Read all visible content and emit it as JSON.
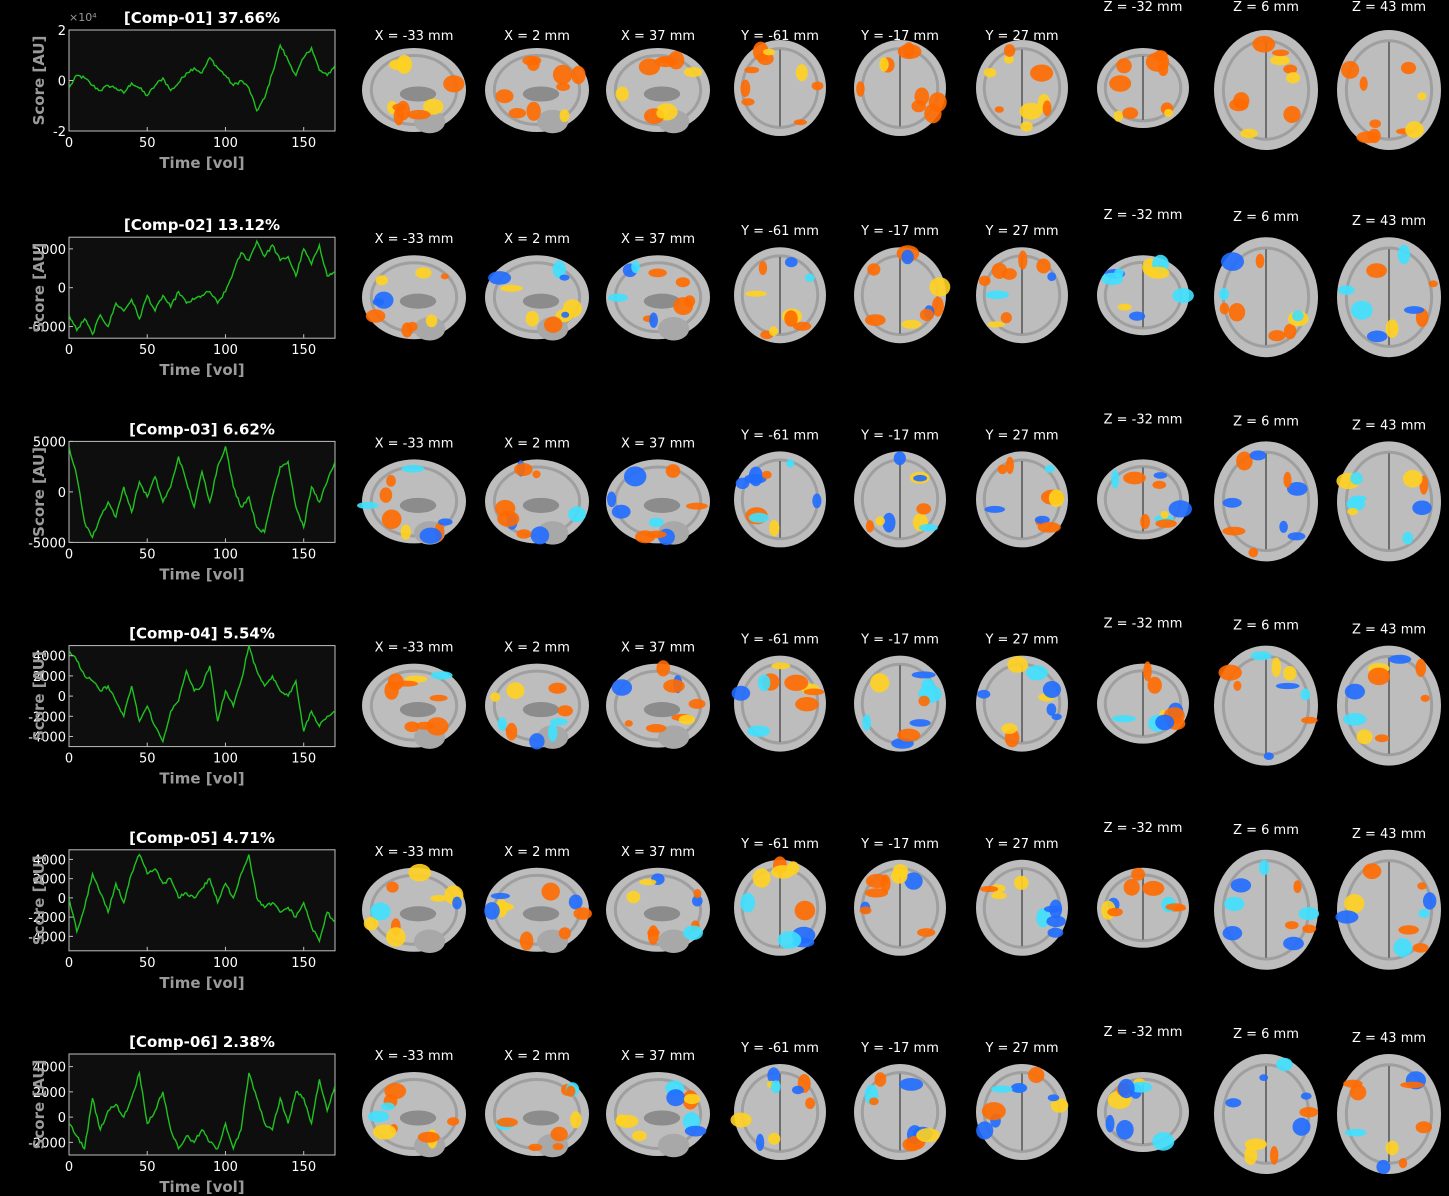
{
  "chart_data": [
    {
      "type": "line",
      "title": "[Comp-01] 37.66%",
      "xlabel": "Time [vol]",
      "ylabel": "Score [AU]",
      "xlim": [
        0,
        170
      ],
      "ylim": [
        -2,
        2
      ],
      "xticks": [
        "0",
        "50",
        "100",
        "150"
      ],
      "yticks": [
        "2",
        "0",
        "-2"
      ],
      "exponent": "×10⁴",
      "series": [
        {
          "color": "#1fc21f",
          "x": [
            0,
            5,
            10,
            15,
            20,
            25,
            30,
            35,
            40,
            45,
            50,
            55,
            60,
            65,
            70,
            75,
            80,
            85,
            90,
            95,
            100,
            105,
            110,
            115,
            120,
            125,
            130,
            135,
            140,
            145,
            150,
            155,
            160,
            165,
            170
          ],
          "y": [
            -0.3,
            0.2,
            0.1,
            -0.2,
            -0.4,
            -0.2,
            -0.3,
            -0.5,
            -0.1,
            -0.3,
            -0.6,
            -0.2,
            0.1,
            -0.4,
            -0.1,
            0.3,
            0.5,
            0.3,
            0.9,
            0.5,
            0.2,
            -0.2,
            0.0,
            -0.3,
            -1.2,
            -0.7,
            0.3,
            1.4,
            0.8,
            0.2,
            0.9,
            1.3,
            0.4,
            0.2,
            0.6
          ]
        }
      ],
      "slices": [
        {
          "label": "X = -33 mm",
          "view": "sagittal"
        },
        {
          "label": "X = 2 mm",
          "view": "sagittal"
        },
        {
          "label": "X = 37 mm",
          "view": "sagittal"
        },
        {
          "label": "Y = -61 mm",
          "view": "coronal"
        },
        {
          "label": "Y = -17 mm",
          "view": "coronal"
        },
        {
          "label": "Y = 27 mm",
          "view": "coronal"
        },
        {
          "label": "Z = -32 mm",
          "view": "axial"
        },
        {
          "label": "Z = 6 mm",
          "view": "axial"
        },
        {
          "label": "Z = 43 mm",
          "view": "axial"
        }
      ],
      "map_sign": "positive"
    },
    {
      "type": "line",
      "title": "[Comp-02] 13.12%",
      "xlabel": "Time [vol]",
      "ylabel": "Score [AU]",
      "xlim": [
        0,
        170
      ],
      "ylim": [
        -6500,
        6500
      ],
      "xticks": [
        "0",
        "50",
        "100",
        "150"
      ],
      "yticks": [
        "5000",
        "0",
        "-5000"
      ],
      "series": [
        {
          "color": "#1fc21f",
          "x": [
            0,
            5,
            10,
            15,
            20,
            25,
            30,
            35,
            40,
            45,
            50,
            55,
            60,
            65,
            70,
            75,
            80,
            85,
            90,
            95,
            100,
            105,
            110,
            115,
            120,
            125,
            130,
            135,
            140,
            145,
            150,
            155,
            160,
            165,
            170
          ],
          "y": [
            -3500,
            -5500,
            -4000,
            -6000,
            -3500,
            -5000,
            -2000,
            -3000,
            -1500,
            -4000,
            -1000,
            -3000,
            -1000,
            -2500,
            -500,
            -2000,
            -1500,
            -1000,
            -500,
            -2000,
            -500,
            2000,
            4500,
            3500,
            6000,
            4000,
            5500,
            3500,
            4000,
            1500,
            5000,
            3000,
            5500,
            1500,
            2000
          ]
        }
      ],
      "slices": [
        {
          "label": "X = -33 mm",
          "view": "sagittal"
        },
        {
          "label": "X = 2 mm",
          "view": "sagittal"
        },
        {
          "label": "X = 37 mm",
          "view": "sagittal"
        },
        {
          "label": "Y = -61 mm",
          "view": "coronal"
        },
        {
          "label": "Y = -17 mm",
          "view": "coronal"
        },
        {
          "label": "Y = 27 mm",
          "view": "coronal"
        },
        {
          "label": "Z = -32 mm",
          "view": "axial"
        },
        {
          "label": "Z = 6 mm",
          "view": "axial"
        },
        {
          "label": "Z = 43 mm",
          "view": "axial"
        }
      ],
      "map_sign": "mixed"
    },
    {
      "type": "line",
      "title": "[Comp-03] 6.62%",
      "xlabel": "Time [vol]",
      "ylabel": "Score [AU]",
      "xlim": [
        0,
        170
      ],
      "ylim": [
        -5000,
        5000
      ],
      "xticks": [
        "0",
        "50",
        "100",
        "150"
      ],
      "yticks": [
        "5000",
        "0",
        "-5000"
      ],
      "series": [
        {
          "color": "#1fc21f",
          "x": [
            0,
            5,
            10,
            15,
            20,
            25,
            30,
            35,
            40,
            45,
            50,
            55,
            60,
            65,
            70,
            75,
            80,
            85,
            90,
            95,
            100,
            105,
            110,
            115,
            120,
            125,
            130,
            135,
            140,
            145,
            150,
            155,
            160,
            165,
            170
          ],
          "y": [
            4500,
            1500,
            -3000,
            -4500,
            -2500,
            -1000,
            -2500,
            500,
            -2000,
            1000,
            -500,
            1500,
            -1000,
            500,
            3500,
            1000,
            -1500,
            2000,
            -1000,
            2500,
            4500,
            500,
            -1500,
            -500,
            -3500,
            -4000,
            -500,
            2500,
            3000,
            -1500,
            -3500,
            500,
            -1000,
            1000,
            3000
          ]
        }
      ],
      "slices": [
        {
          "label": "X = -33 mm",
          "view": "sagittal"
        },
        {
          "label": "X = 2 mm",
          "view": "sagittal"
        },
        {
          "label": "X = 37 mm",
          "view": "sagittal"
        },
        {
          "label": "Y = -61 mm",
          "view": "coronal"
        },
        {
          "label": "Y = -17 mm",
          "view": "coronal"
        },
        {
          "label": "Y = 27 mm",
          "view": "coronal"
        },
        {
          "label": "Z = -32 mm",
          "view": "axial"
        },
        {
          "label": "Z = 6 mm",
          "view": "axial"
        },
        {
          "label": "Z = 43 mm",
          "view": "axial"
        }
      ],
      "map_sign": "mixed"
    },
    {
      "type": "line",
      "title": "[Comp-04] 5.54%",
      "xlabel": "Time [vol]",
      "ylabel": "Score [AU]",
      "xlim": [
        0,
        170
      ],
      "ylim": [
        -5000,
        5000
      ],
      "xticks": [
        "0",
        "50",
        "100",
        "150"
      ],
      "yticks": [
        "4000",
        "2000",
        "0",
        "-2000",
        "-4000"
      ],
      "series": [
        {
          "color": "#1fc21f",
          "x": [
            0,
            5,
            10,
            15,
            20,
            25,
            30,
            35,
            40,
            45,
            50,
            55,
            60,
            65,
            70,
            75,
            80,
            85,
            90,
            95,
            100,
            105,
            110,
            115,
            120,
            125,
            130,
            135,
            140,
            145,
            150,
            155,
            160,
            165,
            170
          ],
          "y": [
            4500,
            3500,
            2000,
            1500,
            500,
            1000,
            -500,
            -2000,
            1000,
            -2500,
            -1000,
            -3000,
            -4500,
            -1500,
            -500,
            2500,
            500,
            1000,
            3000,
            -2500,
            500,
            -1000,
            1500,
            5000,
            2500,
            1000,
            2000,
            500,
            0,
            1500,
            -3500,
            -1500,
            -3000,
            -2000,
            -1500
          ]
        }
      ],
      "slices": [
        {
          "label": "X = -33 mm",
          "view": "sagittal"
        },
        {
          "label": "X = 2 mm",
          "view": "sagittal"
        },
        {
          "label": "X = 37 mm",
          "view": "sagittal"
        },
        {
          "label": "Y = -61 mm",
          "view": "coronal"
        },
        {
          "label": "Y = -17 mm",
          "view": "coronal"
        },
        {
          "label": "Y = 27 mm",
          "view": "coronal"
        },
        {
          "label": "Z = -32 mm",
          "view": "axial"
        },
        {
          "label": "Z = 6 mm",
          "view": "axial"
        },
        {
          "label": "Z = 43 mm",
          "view": "axial"
        }
      ],
      "map_sign": "mixed"
    },
    {
      "type": "line",
      "title": "[Comp-05] 4.71%",
      "xlabel": "Time [vol]",
      "ylabel": "Score [AU]",
      "xlim": [
        0,
        170
      ],
      "ylim": [
        -5500,
        5000
      ],
      "xticks": [
        "0",
        "50",
        "100",
        "150"
      ],
      "yticks": [
        "4000",
        "2000",
        "0",
        "-2000",
        "-4000"
      ],
      "series": [
        {
          "color": "#1fc21f",
          "x": [
            0,
            5,
            10,
            15,
            20,
            25,
            30,
            35,
            40,
            45,
            50,
            55,
            60,
            65,
            70,
            75,
            80,
            85,
            90,
            95,
            100,
            105,
            110,
            115,
            120,
            125,
            130,
            135,
            140,
            145,
            150,
            155,
            160,
            165,
            170
          ],
          "y": [
            0,
            -3500,
            -1000,
            2500,
            500,
            -1500,
            1500,
            -500,
            2500,
            4500,
            2500,
            3000,
            1500,
            2000,
            0,
            500,
            0,
            1000,
            2000,
            -500,
            1500,
            0,
            2500,
            4500,
            0,
            -1000,
            -500,
            -1500,
            -1000,
            -2000,
            -500,
            -3000,
            -4500,
            -1500,
            -2500
          ]
        }
      ],
      "slices": [
        {
          "label": "X = -33 mm",
          "view": "sagittal"
        },
        {
          "label": "X = 2 mm",
          "view": "sagittal"
        },
        {
          "label": "X = 37 mm",
          "view": "sagittal"
        },
        {
          "label": "Y = -61 mm",
          "view": "coronal"
        },
        {
          "label": "Y = -17 mm",
          "view": "coronal"
        },
        {
          "label": "Y = 27 mm",
          "view": "coronal"
        },
        {
          "label": "Z = -32 mm",
          "view": "axial"
        },
        {
          "label": "Z = 6 mm",
          "view": "axial"
        },
        {
          "label": "Z = 43 mm",
          "view": "axial"
        }
      ],
      "map_sign": "mixed"
    },
    {
      "type": "line",
      "title": "[Comp-06] 2.38%",
      "xlabel": "Time [vol]",
      "ylabel": "Score [AU]",
      "xlim": [
        0,
        170
      ],
      "ylim": [
        -3000,
        5000
      ],
      "xticks": [
        "0",
        "50",
        "100",
        "150"
      ],
      "yticks": [
        "4000",
        "2000",
        "0",
        "-2000"
      ],
      "series": [
        {
          "color": "#1fc21f",
          "x": [
            0,
            5,
            10,
            15,
            20,
            25,
            30,
            35,
            40,
            45,
            50,
            55,
            60,
            65,
            70,
            75,
            80,
            85,
            90,
            95,
            100,
            105,
            110,
            115,
            120,
            125,
            130,
            135,
            140,
            145,
            150,
            155,
            160,
            165,
            170
          ],
          "y": [
            -500,
            -1500,
            -2500,
            1500,
            -1000,
            500,
            1000,
            0,
            1500,
            3500,
            -500,
            500,
            2000,
            -1000,
            -2500,
            -1500,
            -2000,
            -1000,
            -2000,
            -2500,
            -500,
            -2500,
            -1000,
            3500,
            1500,
            -500,
            -1000,
            1500,
            -500,
            2000,
            1500,
            -500,
            3000,
            500,
            2500
          ]
        }
      ],
      "slices": [
        {
          "label": "X = -33 mm",
          "view": "sagittal"
        },
        {
          "label": "X = 2 mm",
          "view": "sagittal"
        },
        {
          "label": "X = 37 mm",
          "view": "sagittal"
        },
        {
          "label": "Y = -61 mm",
          "view": "coronal"
        },
        {
          "label": "Y = -17 mm",
          "view": "coronal"
        },
        {
          "label": "Y = 27 mm",
          "view": "coronal"
        },
        {
          "label": "Z = -32 mm",
          "view": "axial"
        },
        {
          "label": "Z = 6 mm",
          "view": "axial"
        },
        {
          "label": "Z = 43 mm",
          "view": "axial"
        }
      ],
      "map_sign": "mixed"
    }
  ],
  "colors": {
    "background": "#000000",
    "plot_face": "#0e0e0e",
    "axis_label": "#9a9a9a",
    "positive_activation": "#ff6a00",
    "positive_peak": "#ffd21f",
    "negative_activation": "#1f6bff",
    "negative_peak": "#3fe0ff",
    "brain_tissue": "#bdbdbd"
  }
}
